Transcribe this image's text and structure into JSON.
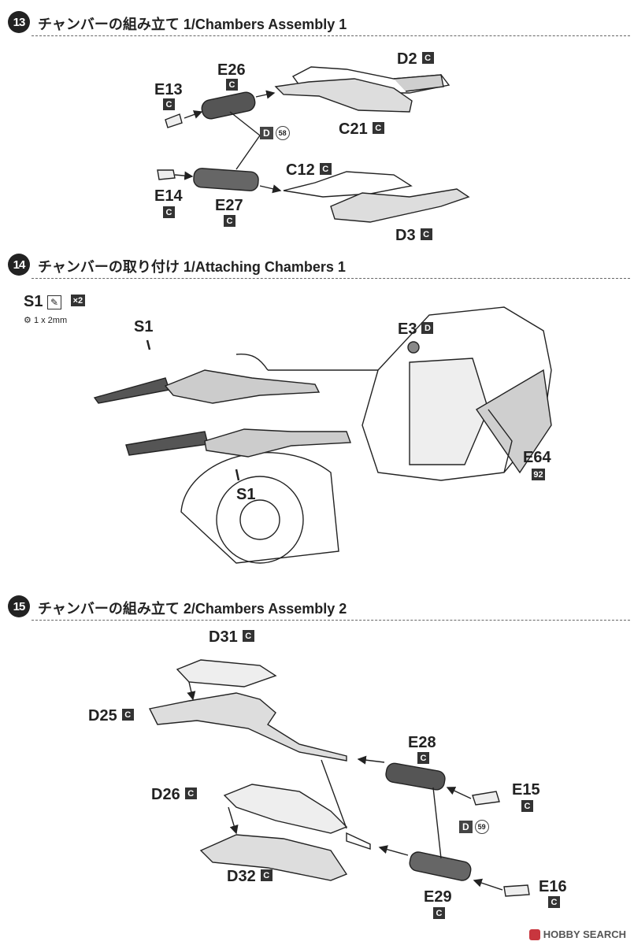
{
  "steps": [
    {
      "num": "13",
      "title": "チャンバーの組み立て 1/Chambers Assembly 1"
    },
    {
      "num": "14",
      "title": "チャンバーの取り付け 1/Attaching Chambers 1"
    },
    {
      "num": "15",
      "title": "チャンバーの組み立て 2/Chambers Assembly 2"
    }
  ],
  "step13": {
    "parts": [
      {
        "code": "E26",
        "sprue": "C"
      },
      {
        "code": "E13",
        "sprue": "C"
      },
      {
        "code": "D2",
        "sprue": "C"
      },
      {
        "code": "C21",
        "sprue": "C"
      },
      {
        "code": "C12",
        "sprue": "C"
      },
      {
        "code": "E14",
        "sprue": "C"
      },
      {
        "code": "E27",
        "sprue": "C"
      },
      {
        "code": "D3",
        "sprue": "C"
      }
    ],
    "paint": {
      "letter": "D",
      "num": "58"
    }
  },
  "step14": {
    "screw_code": "S1",
    "screw_count": "×2",
    "screw_size": "1 x 2mm",
    "parts": [
      {
        "code": "S1",
        "sprue": ""
      },
      {
        "code": "E3",
        "sprue": "D"
      },
      {
        "code": "S1",
        "sprue": ""
      },
      {
        "code": "E64",
        "sprue": "92"
      }
    ]
  },
  "step15": {
    "parts": [
      {
        "code": "D31",
        "sprue": "C"
      },
      {
        "code": "D25",
        "sprue": "C"
      },
      {
        "code": "E28",
        "sprue": "C"
      },
      {
        "code": "E15",
        "sprue": "C"
      },
      {
        "code": "D26",
        "sprue": "C"
      },
      {
        "code": "D32",
        "sprue": "C"
      },
      {
        "code": "E29",
        "sprue": "C"
      },
      {
        "code": "E16",
        "sprue": "C"
      }
    ],
    "paint": {
      "letter": "D",
      "num": "59"
    }
  },
  "watermark": "HOBBY SEARCH",
  "colors": {
    "ink": "#222222",
    "sprue_bg": "#333333",
    "brand": "#c8363e"
  }
}
